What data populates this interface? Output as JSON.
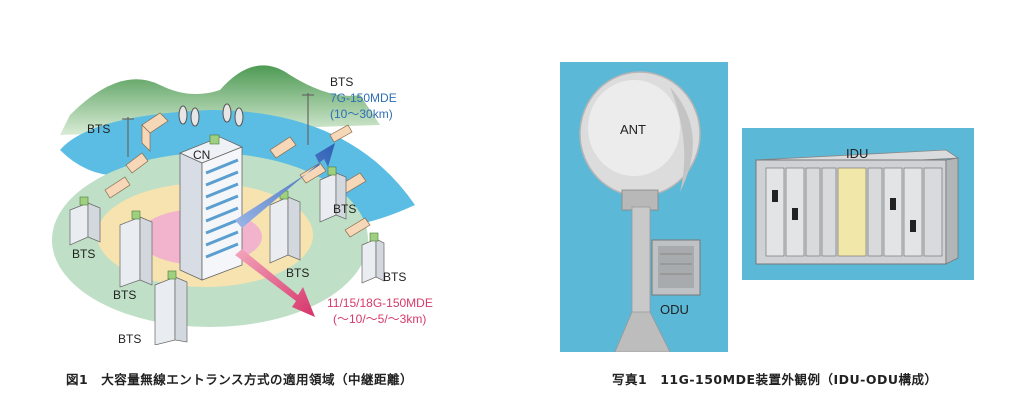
{
  "figure1": {
    "labels": {
      "bts_top_left": "BTS",
      "bts_top_right": "BTS",
      "bts_mid_right": "BTS",
      "bts_left": "BTS",
      "bts_center_bottom": "BTS",
      "bts_right_bottom": "BTS",
      "bts_bottom_left": "BTS",
      "bts_bottom": "BTS",
      "cn": "CN"
    },
    "link_7g": {
      "name": "7G-150MDE",
      "range": "(10～30km)",
      "color": "#2f6fb5"
    },
    "link_11g": {
      "name": "11/15/18G-150MDE",
      "range": "(～10/～5/～3km)",
      "color": "#d63a6a"
    },
    "caption": "図1　大容量無線エントランス方式の適用領域（中継距離）"
  },
  "photo1": {
    "ant_label": "ANT",
    "odu_label": "ODU",
    "idu_label": "IDU",
    "background_color": "#5bb8d6",
    "caption": "写真1　11G-150MDE装置外観例（IDU-ODU構成）"
  }
}
